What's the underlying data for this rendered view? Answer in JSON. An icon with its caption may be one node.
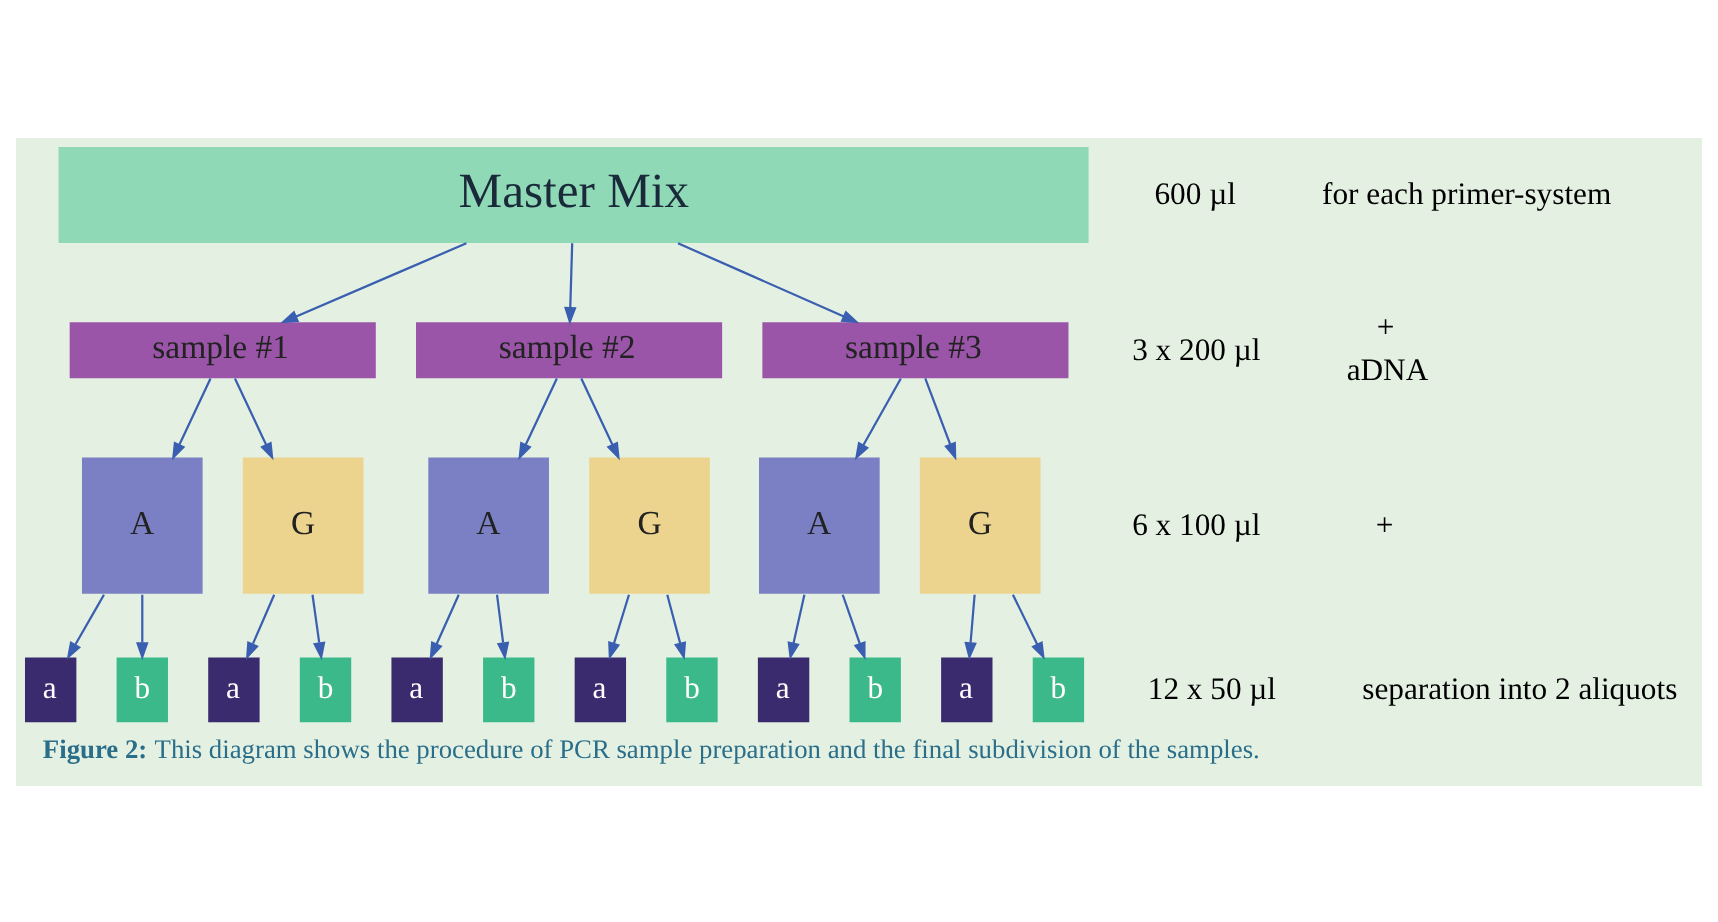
{
  "diagram": {
    "caption": "**Figure 2:** This diagram shows the procedure of PCR sample preparation and the final subdivision of the samples.",
    "nodes": [
      {
        "text": [
          "Master Mix"
        ]
      },
      {
        "text": [
          "sample #1"
        ]
      },
      {
        "text": [
          "sample #2"
        ]
      },
      {
        "text": [
          "sample #3"
        ]
      },
      {
        "text": [
          "A"
        ]
      },
      {
        "text": [
          "G"
        ]
      },
      {
        "text": [
          "A"
        ]
      },
      {
        "text": [
          "G"
        ]
      },
      {
        "text": [
          "A"
        ]
      },
      {
        "text": [
          "G"
        ]
      },
      {
        "text": [
          "a"
        ]
      },
      {
        "text": [
          "b"
        ]
      },
      {
        "text": [
          "a"
        ]
      },
      {
        "text": [
          "b"
        ]
      },
      {
        "text": [
          "a"
        ]
      },
      {
        "text": [
          "b"
        ]
      },
      {
        "text": [
          "a"
        ]
      },
      {
        "text": [
          "b"
        ]
      },
      {
        "text": [
          "a"
        ]
      },
      {
        "text": [
          "b"
        ]
      },
      {
        "text": [
          "a"
        ]
      },
      {
        "text": [
          "b"
        ]
      }
    ],
    "edges": [
      {
        "from": 0,
        "to": 1,
        "arrow": "to"
      },
      {
        "from": 0,
        "to": 2,
        "arrow": "to"
      },
      {
        "from": 0,
        "to": 3,
        "arrow": "to"
      },
      {
        "from": 1,
        "to": 4,
        "arrow": "to"
      },
      {
        "from": 1,
        "to": 5,
        "arrow": "to"
      },
      {
        "from": 2,
        "to": 6,
        "arrow": "to"
      },
      {
        "from": 2,
        "to": 7,
        "arrow": "to"
      },
      {
        "from": 3,
        "to": 8,
        "arrow": "to"
      },
      {
        "from": 3,
        "to": 9,
        "arrow": "to"
      },
      {
        "from": 4,
        "to": 10,
        "arrow": "to"
      },
      {
        "from": 4,
        "to": 11,
        "arrow": "to"
      },
      {
        "from": 5,
        "to": 12,
        "arrow": "to"
      },
      {
        "from": 5,
        "to": 13,
        "arrow": "to"
      },
      {
        "from": 6,
        "to": 14,
        "arrow": "to"
      },
      {
        "from": 6,
        "to": 15,
        "arrow": "to"
      },
      {
        "from": 7,
        "to": 16,
        "arrow": "to"
      },
      {
        "from": 7,
        "to": 17,
        "arrow": "to"
      },
      {
        "from": 8,
        "to": 18,
        "arrow": "to"
      },
      {
        "from": 8,
        "to": 19,
        "arrow": "to"
      },
      {
        "from": 9,
        "to": 20,
        "arrow": "to"
      },
      {
        "from": 9,
        "to": 21,
        "arrow": "to"
      }
    ],
    "labels": [
      "600 µl",
      "for each primer-system",
      "+",
      "3 x 200 µl",
      "aDNA",
      "+",
      "6 x 100 µl",
      "12 x 50 µl",
      "separation into 2 aliquots"
    ]
  }
}
